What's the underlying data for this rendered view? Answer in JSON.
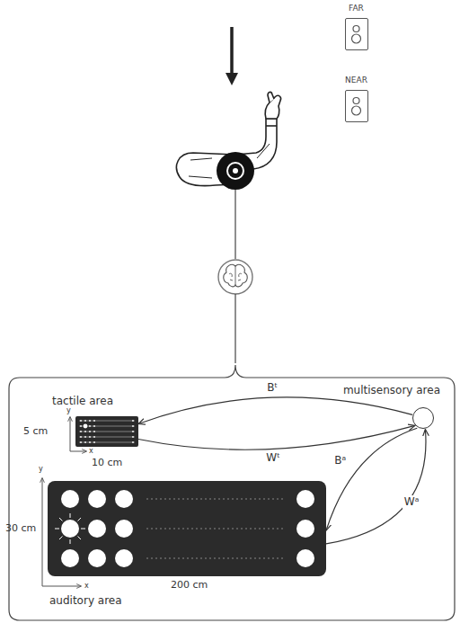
{
  "diagram": {
    "nodes": [
      {
        "text": [
          "tactile area"
        ]
      },
      {
        "text": [
          "multisensory area"
        ]
      },
      {
        "text": [
          "auditory area"
        ]
      },
      {
        "text": [
          "FAR"
        ]
      },
      {
        "text": [
          "NEAR"
        ]
      }
    ],
    "edges": [
      {
        "from": 1,
        "to": 0,
        "arrow": "to",
        "label": "Bᵗ"
      },
      {
        "from": 0,
        "to": 1,
        "arrow": "to",
        "label": "Wᵗ"
      },
      {
        "from": 1,
        "to": 2,
        "arrow": "to",
        "label": "Bᵃ"
      },
      {
        "from": 2,
        "to": 1,
        "arrow": "to",
        "label": "Wᵃ"
      }
    ],
    "labels": [
      "5 cm",
      "10 cm",
      "y",
      "x",
      "30 cm",
      "200 cm",
      "y",
      "x"
    ]
  }
}
